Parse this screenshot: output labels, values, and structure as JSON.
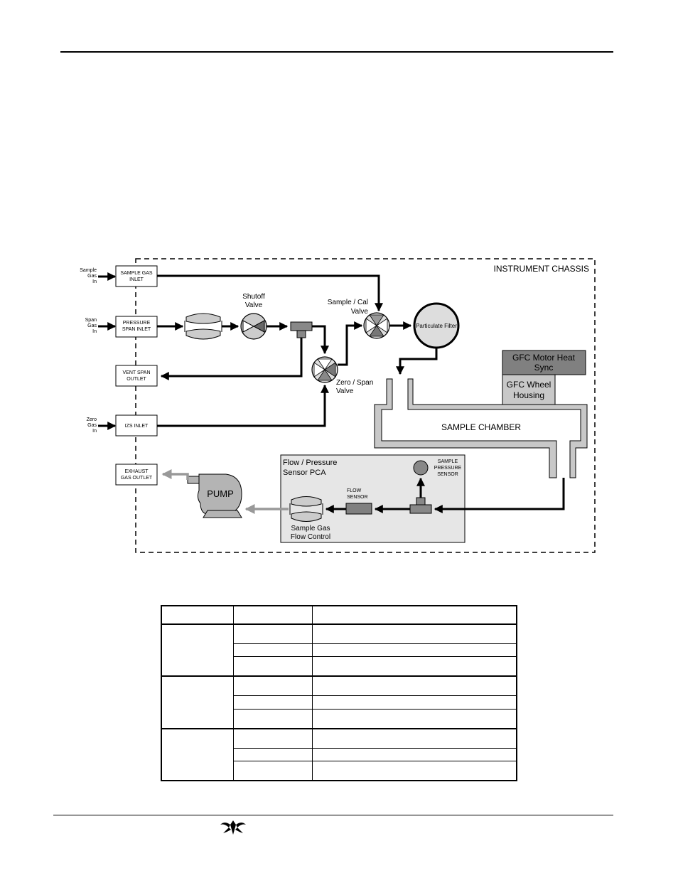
{
  "labels": {
    "instrument_chassis": "INSTRUMENT CHASSIS",
    "sample_gas_in": [
      "Sample",
      "Gas",
      "In"
    ],
    "span_gas_in": [
      "Span",
      "Gas",
      "In"
    ],
    "zero_gas_in": [
      "Zero",
      "Gas",
      "In"
    ],
    "sample_gas_inlet": [
      "SAMPLE GAS",
      "INLET"
    ],
    "pressure_span_inlet": [
      "PRESSURE",
      "SPAN INLET"
    ],
    "vent_span_outlet": [
      "VENT SPAN",
      "OUTLET"
    ],
    "izs_inlet": "IZS INLET",
    "exhaust_gas_outlet": [
      "EXHAUST",
      "GAS OUTLET"
    ],
    "shutoff_valve": [
      "Shutoff",
      "Valve"
    ],
    "sample_cal_valve": [
      "Sample / Cal",
      "Valve"
    ],
    "zero_span_valve": [
      "Zero / Span",
      "Valve"
    ],
    "particulate_filter": "Particulate Filter",
    "gfc_motor_heat_sync": [
      "GFC Motor Heat",
      "Sync"
    ],
    "gfc_wheel_housing": [
      "GFC Wheel",
      "Housing"
    ],
    "sample_chamber": "SAMPLE CHAMBER",
    "flow_pressure_sensor_pca": [
      "Flow / Pressure",
      "Sensor PCA"
    ],
    "sample_pressure_sensor": [
      "SAMPLE",
      "PRESSURE",
      "SENSOR"
    ],
    "flow_sensor": [
      "FLOW",
      "SENSOR"
    ],
    "sample_gas_flow_control": [
      "Sample Gas",
      "Flow Control"
    ],
    "pump": "PUMP"
  },
  "colors": {
    "line": "#000000",
    "exhaust_line": "#999999",
    "pca_fill": "#e6e6e6",
    "chamber_fill": "#c8c8c8",
    "gfc_motor_fill": "#808080",
    "gfc_wheel_fill": "#c8c8c8",
    "pump_fill": "#b4b4b4",
    "flow_sensor_fill": "#808080"
  },
  "icons": [
    "flow-restrictor-icon",
    "valve-icon",
    "pump-icon",
    "filter-icon",
    "teledyne-logo-icon"
  ],
  "table": {
    "rows": 10,
    "cols": 3,
    "cells": []
  }
}
